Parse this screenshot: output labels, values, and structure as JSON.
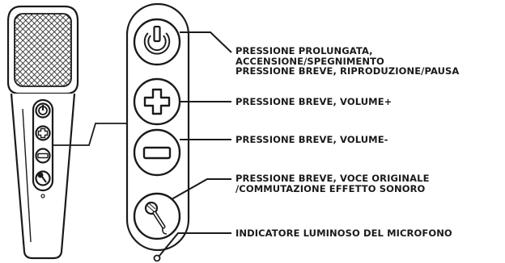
{
  "callouts": {
    "power": [
      "PRESSIONE PROLUNGATA,",
      "ACCENSIONE/SPEGNIMENTO",
      "PRESSIONE BREVE, RIPRODUZIONE/PAUSA"
    ],
    "volume_up": [
      "PRESSIONE BREVE, VOLUME+"
    ],
    "volume_down": [
      "PRESSIONE BREVE, VOLUME-"
    ],
    "voice": [
      "PRESSIONE BREVE, VOCE ORIGINALE",
      "/COMMUTAZIONE EFFETTO SONORO"
    ],
    "indicator": [
      "INDICATORE LUMINOSO DEL MICROFONO"
    ]
  },
  "icons": [
    "power-icon",
    "plus-icon",
    "minus-icon",
    "microphone-icon",
    "led-indicator"
  ],
  "colors": {
    "line": "#1a1a1a",
    "background": "#ffffff"
  }
}
